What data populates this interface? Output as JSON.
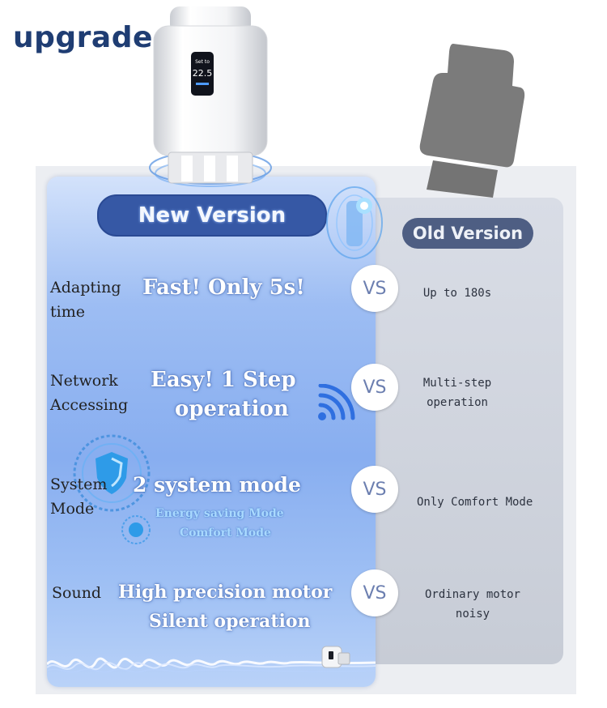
{
  "header": {
    "title": "upgrade"
  },
  "device_display": {
    "line1": "Set to",
    "line2": "22.5"
  },
  "versions": {
    "new_label": "New Version",
    "old_label": "Old Version"
  },
  "vs_label": "VS",
  "rows": [
    {
      "label": "Adapting\ntime",
      "new_claim": "Fast! Only 5s!",
      "old_value": "Up to 180s"
    },
    {
      "label": "Network\nAccessing",
      "new_claim_line1": "Easy! 1 Step",
      "new_claim_line2": "operation",
      "old_value": "Multi-step\noperation"
    },
    {
      "label": "System\nMode",
      "new_claim": "2 system mode",
      "modes": [
        "Energy saving Mode",
        "Comfort Mode"
      ],
      "old_value": "Only Comfort Mode"
    },
    {
      "label": "Sound",
      "new_claim_line1": "High precision motor",
      "new_claim_line2": "Silent operation",
      "old_value": "Ordinary motor\nnoisy"
    }
  ],
  "colors": {
    "brand_dark": "#1f3d73",
    "new_pill": "#3658a5",
    "old_pill": "#4e5e83",
    "new_card": "#88aef0",
    "old_card": "#c7ccd6",
    "vs_text": "#6c7fb0"
  },
  "icons": [
    "thermostat-new-device",
    "thermostat-old-device",
    "wifi-icon",
    "shield-mode-icon",
    "small-mode-icon",
    "sound-wave-icon",
    "mini-thermostat-icon"
  ]
}
